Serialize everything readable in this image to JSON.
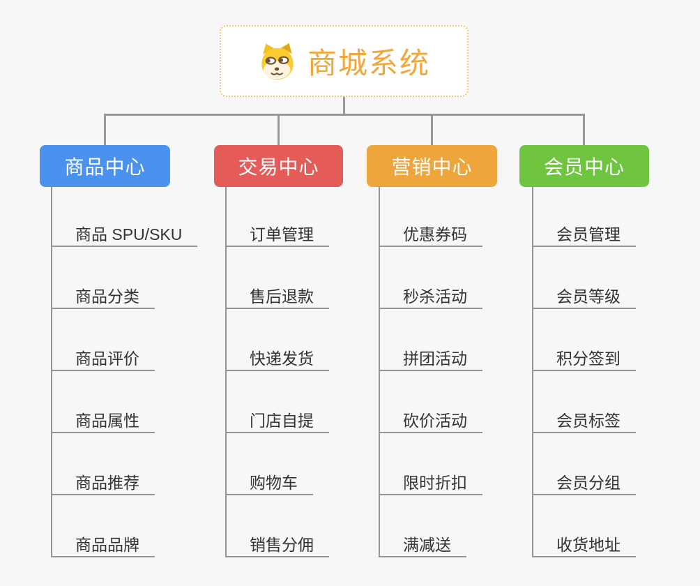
{
  "root": {
    "title": "商城系统",
    "icon": "doge-icon",
    "title_color": "#F0A73C",
    "border_color": "#F3C574",
    "background": "#FFFFFF"
  },
  "connector_color": "#999999",
  "item_line_color": "#949494",
  "item_text_color": "#333333",
  "page_background": "#F7F7F7",
  "branches": [
    {
      "label": "商品中心",
      "color": "#4B91EE",
      "items": [
        "商品 SPU/SKU",
        "商品分类",
        "商品评价",
        "商品属性",
        "商品推荐",
        "商品品牌"
      ]
    },
    {
      "label": "交易中心",
      "color": "#E55B58",
      "items": [
        "订单管理",
        "售后退款",
        "快递发货",
        "门店自提",
        "购物车",
        "销售分佣"
      ]
    },
    {
      "label": "营销中心",
      "color": "#EEA63C",
      "items": [
        "优惠券码",
        "秒杀活动",
        "拼团活动",
        "砍价活动",
        "限时折扣",
        "满减送"
      ]
    },
    {
      "label": "会员中心",
      "color": "#6FC53F",
      "items": [
        "会员管理",
        "会员等级",
        "积分签到",
        "会员标签",
        "会员分组",
        "收货地址"
      ]
    }
  ]
}
